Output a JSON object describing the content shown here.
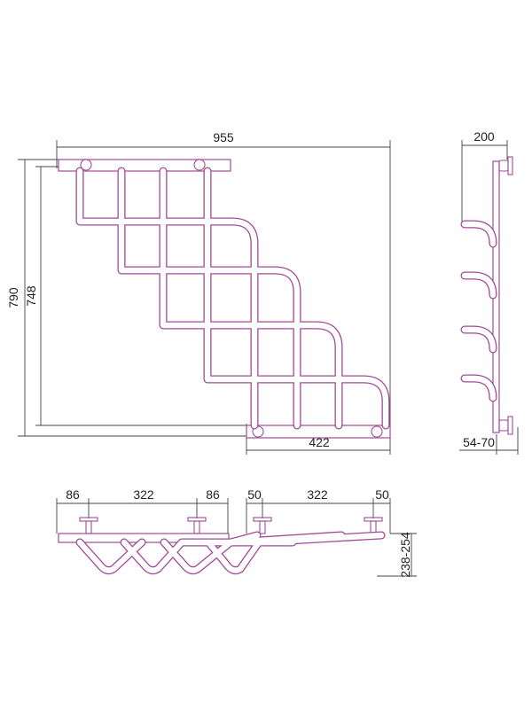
{
  "drawing": {
    "front_view": {
      "width_label": "955",
      "height_label": "790",
      "inner_height_label": "748",
      "bottom_width_label": "422"
    },
    "side_view": {
      "depth_label": "200",
      "wall_gap_label": "54-70"
    },
    "top_view": {
      "left_dims": [
        "86",
        "322",
        "86"
      ],
      "right_dims": [
        "50",
        "322",
        "50"
      ],
      "height_label": "238-254"
    },
    "colors": {
      "tube": "#a04a96",
      "dimension_lines": "#444444",
      "text": "#222222",
      "background": "#ffffff"
    }
  }
}
